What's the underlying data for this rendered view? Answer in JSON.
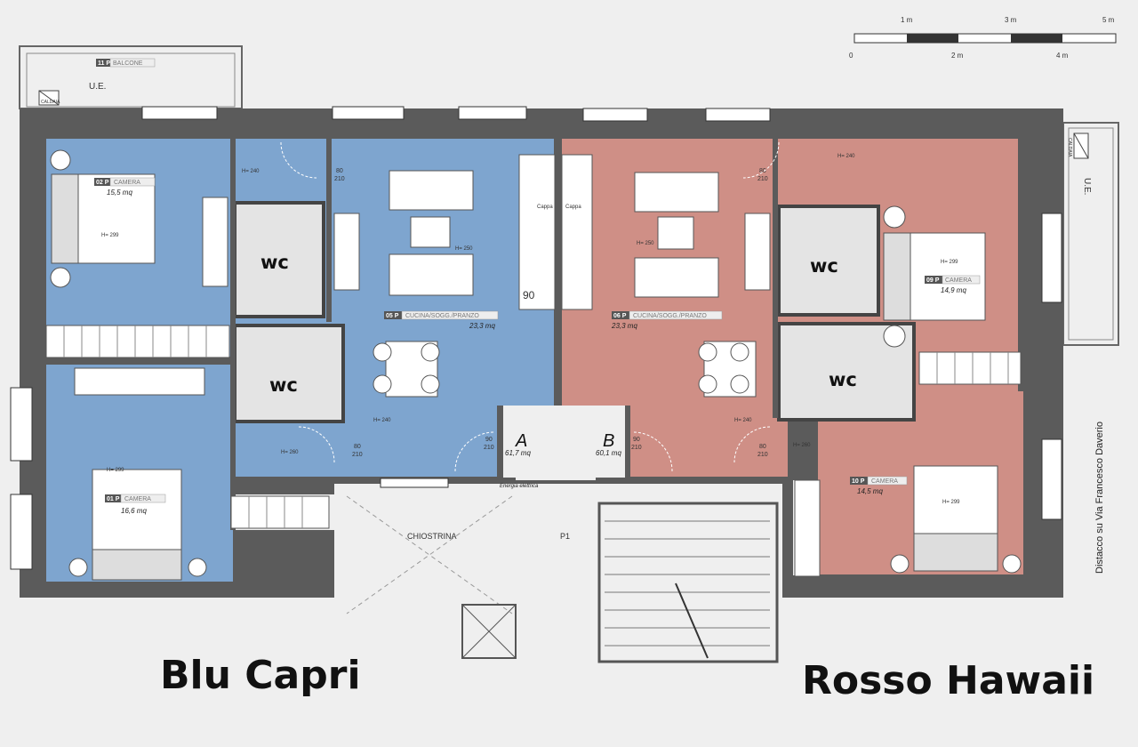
{
  "scale_bar": {
    "top_labels": [
      "1 m",
      "3 m",
      "5 m"
    ],
    "bottom_labels": [
      "0",
      "2 m",
      "4 m"
    ]
  },
  "balcony": {
    "tag": "11 P",
    "name": "BALCONE",
    "ue": "U.E.",
    "boiler": "CALDAIA"
  },
  "right_unit_ext": {
    "ue": "U.E.",
    "boiler": "CALDAIA"
  },
  "rooms": {
    "r02": {
      "tag": "02 P",
      "name": "CAMERA",
      "area": "15,5 mq",
      "height": "H= 299"
    },
    "r01": {
      "tag": "01 P",
      "name": "CAMERA",
      "area": "16,6 mq",
      "height": "H= 299"
    },
    "r05": {
      "tag": "05 P",
      "name": "CUCINA/SOGG./PRANZO",
      "area": "23,3 mq",
      "height": "H= 250"
    },
    "r06": {
      "tag": "06 P",
      "name": "CUCINA/SOGG./PRANZO",
      "area": "23,3 mq",
      "height": "H= 250"
    },
    "r09": {
      "tag": "09 P",
      "name": "CAMERA",
      "area": "14,9 mq",
      "height": "H= 299"
    },
    "r10": {
      "tag": "10 P",
      "name": "CAMERA",
      "area": "14,5 mq",
      "height": "H= 299"
    }
  },
  "heights": {
    "h240": "H= 240",
    "h260": "H= 260"
  },
  "doors": {
    "d80": "80",
    "d210": "210",
    "d90": "90"
  },
  "wc_label": "wc",
  "cooktop": "Cappa",
  "counter_90": "90",
  "entrances": {
    "a": {
      "letter": "A",
      "area": "61,7 mq"
    },
    "b": {
      "letter": "B",
      "area": "60,1 mq"
    },
    "meters": "Energia elettrica"
  },
  "common": {
    "courtyard": "CHIOSTRINA",
    "landing": "P1"
  },
  "side_note": "Distacco su Via Francesco Daverio",
  "apartments": {
    "left": "Blu Capri",
    "right": "Rosso Hawaii"
  },
  "colors": {
    "blue": "#7ea5cf",
    "red": "#cf8f86",
    "wall": "#5b5b5b",
    "wc": "#e4e4e4",
    "paper": "#efefef"
  }
}
